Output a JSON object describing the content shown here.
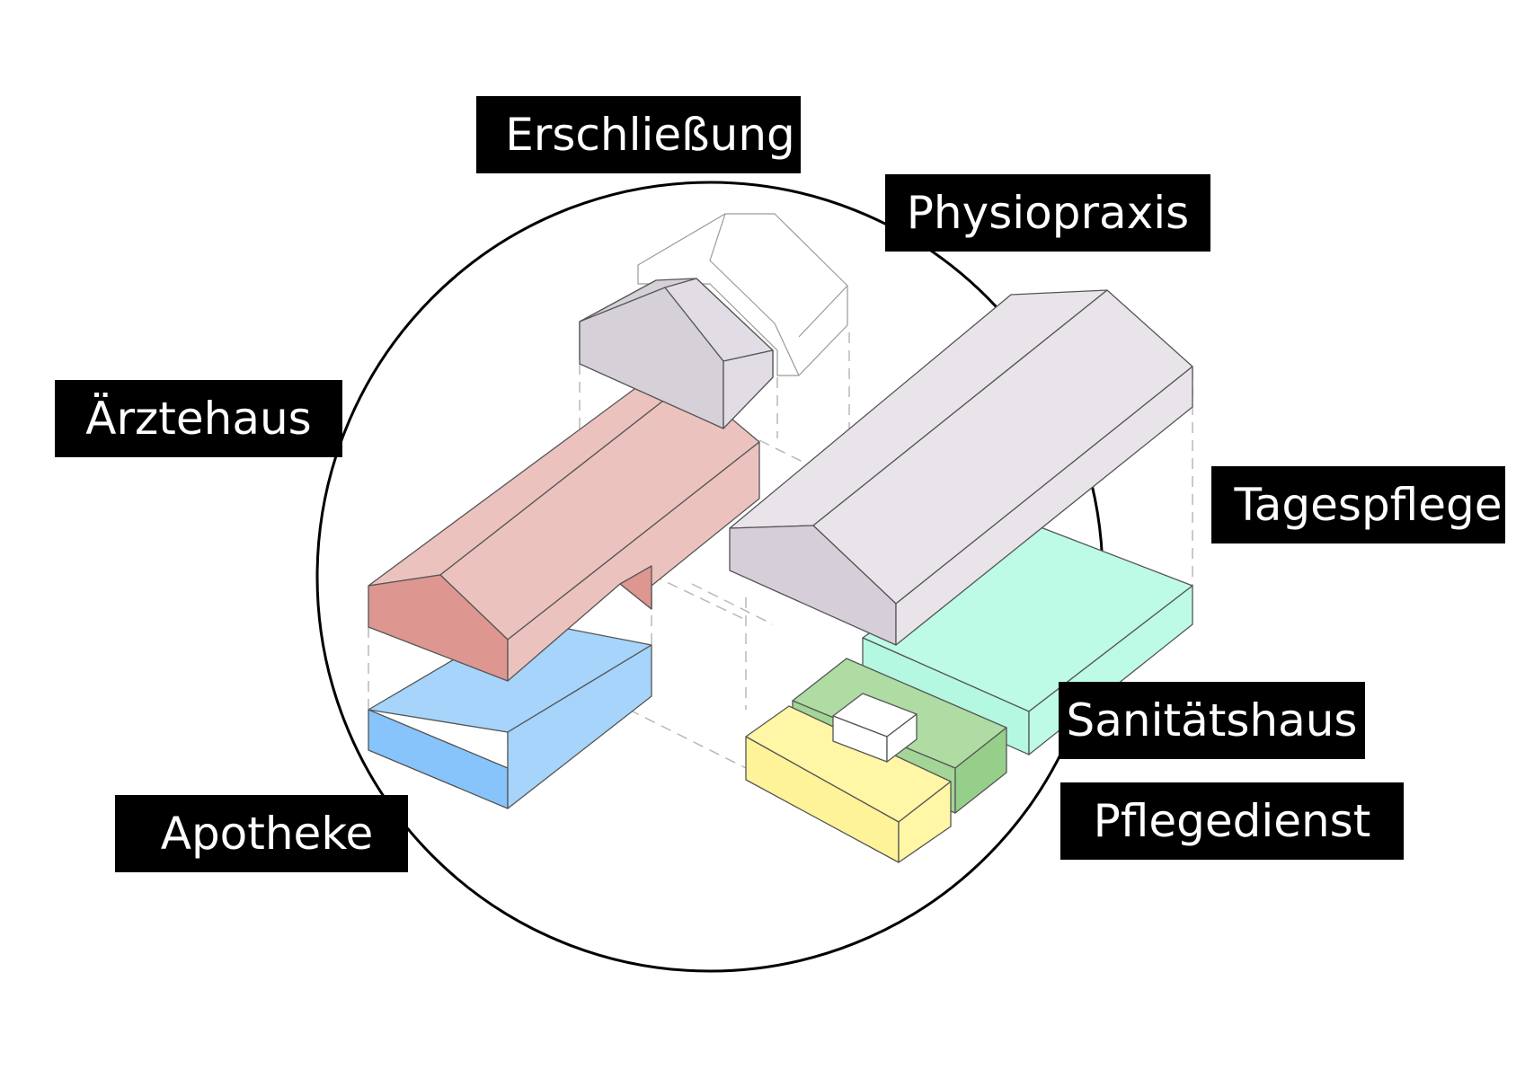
{
  "labels": {
    "erschliessung": "Erschließung",
    "physiopraxis": "Physiopraxis",
    "aerztehaus": "Ärztehaus",
    "tagespflege": "Tagespflege",
    "sanitaetshaus": "Sanitätshaus",
    "pflegedienst": "Pflegedienst",
    "apotheke": "Apotheke"
  },
  "colors": {
    "aerztehaus": "#ecc2bf",
    "apotheke": "#a6d4fa",
    "physiopraxis": "#e9e4ea",
    "tagespflege": "#bdfbe6",
    "sanitaetshaus": "#aedca3",
    "pflegedienst": "#fff6a6",
    "label_background": "#000000",
    "label_text": "#ffffff"
  }
}
